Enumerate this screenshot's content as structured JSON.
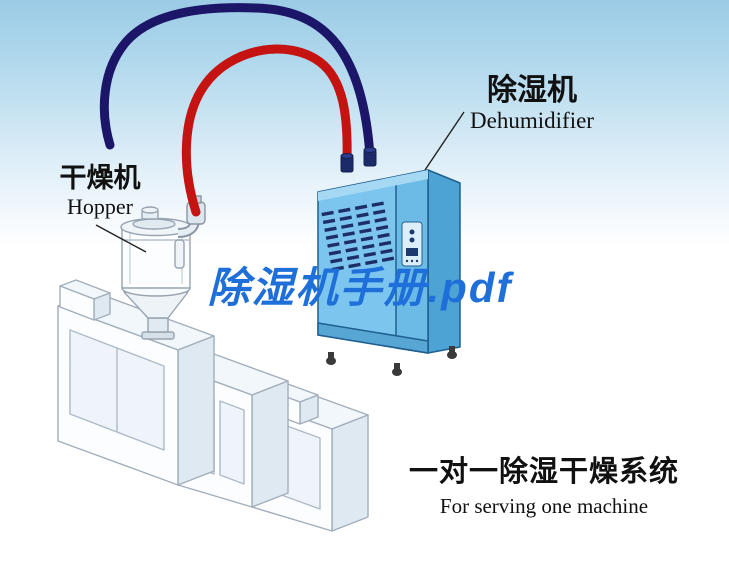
{
  "diagram": {
    "hopper_label": {
      "zh": "干燥机",
      "en": "Hopper"
    },
    "dehumidifier_label": {
      "zh": "除湿机",
      "en": "Dehumidifier"
    },
    "watermark": "除湿机手册.pdf",
    "caption": {
      "zh": "一对一除湿干燥系统",
      "en": "For serving one machine"
    },
    "colors": {
      "sky_top": "#9ccbe6",
      "pipe_red": "#c41310",
      "pipe_navy": "#1c1668",
      "dehumidifier_front": "#7cc5ee",
      "dehumidifier_side": "#4da3d4",
      "dehumidifier_outline": "#1f608f",
      "watermark_blue": "#1e6fd9",
      "machine_outline": "#a2aeba",
      "text_black": "#111111"
    }
  }
}
